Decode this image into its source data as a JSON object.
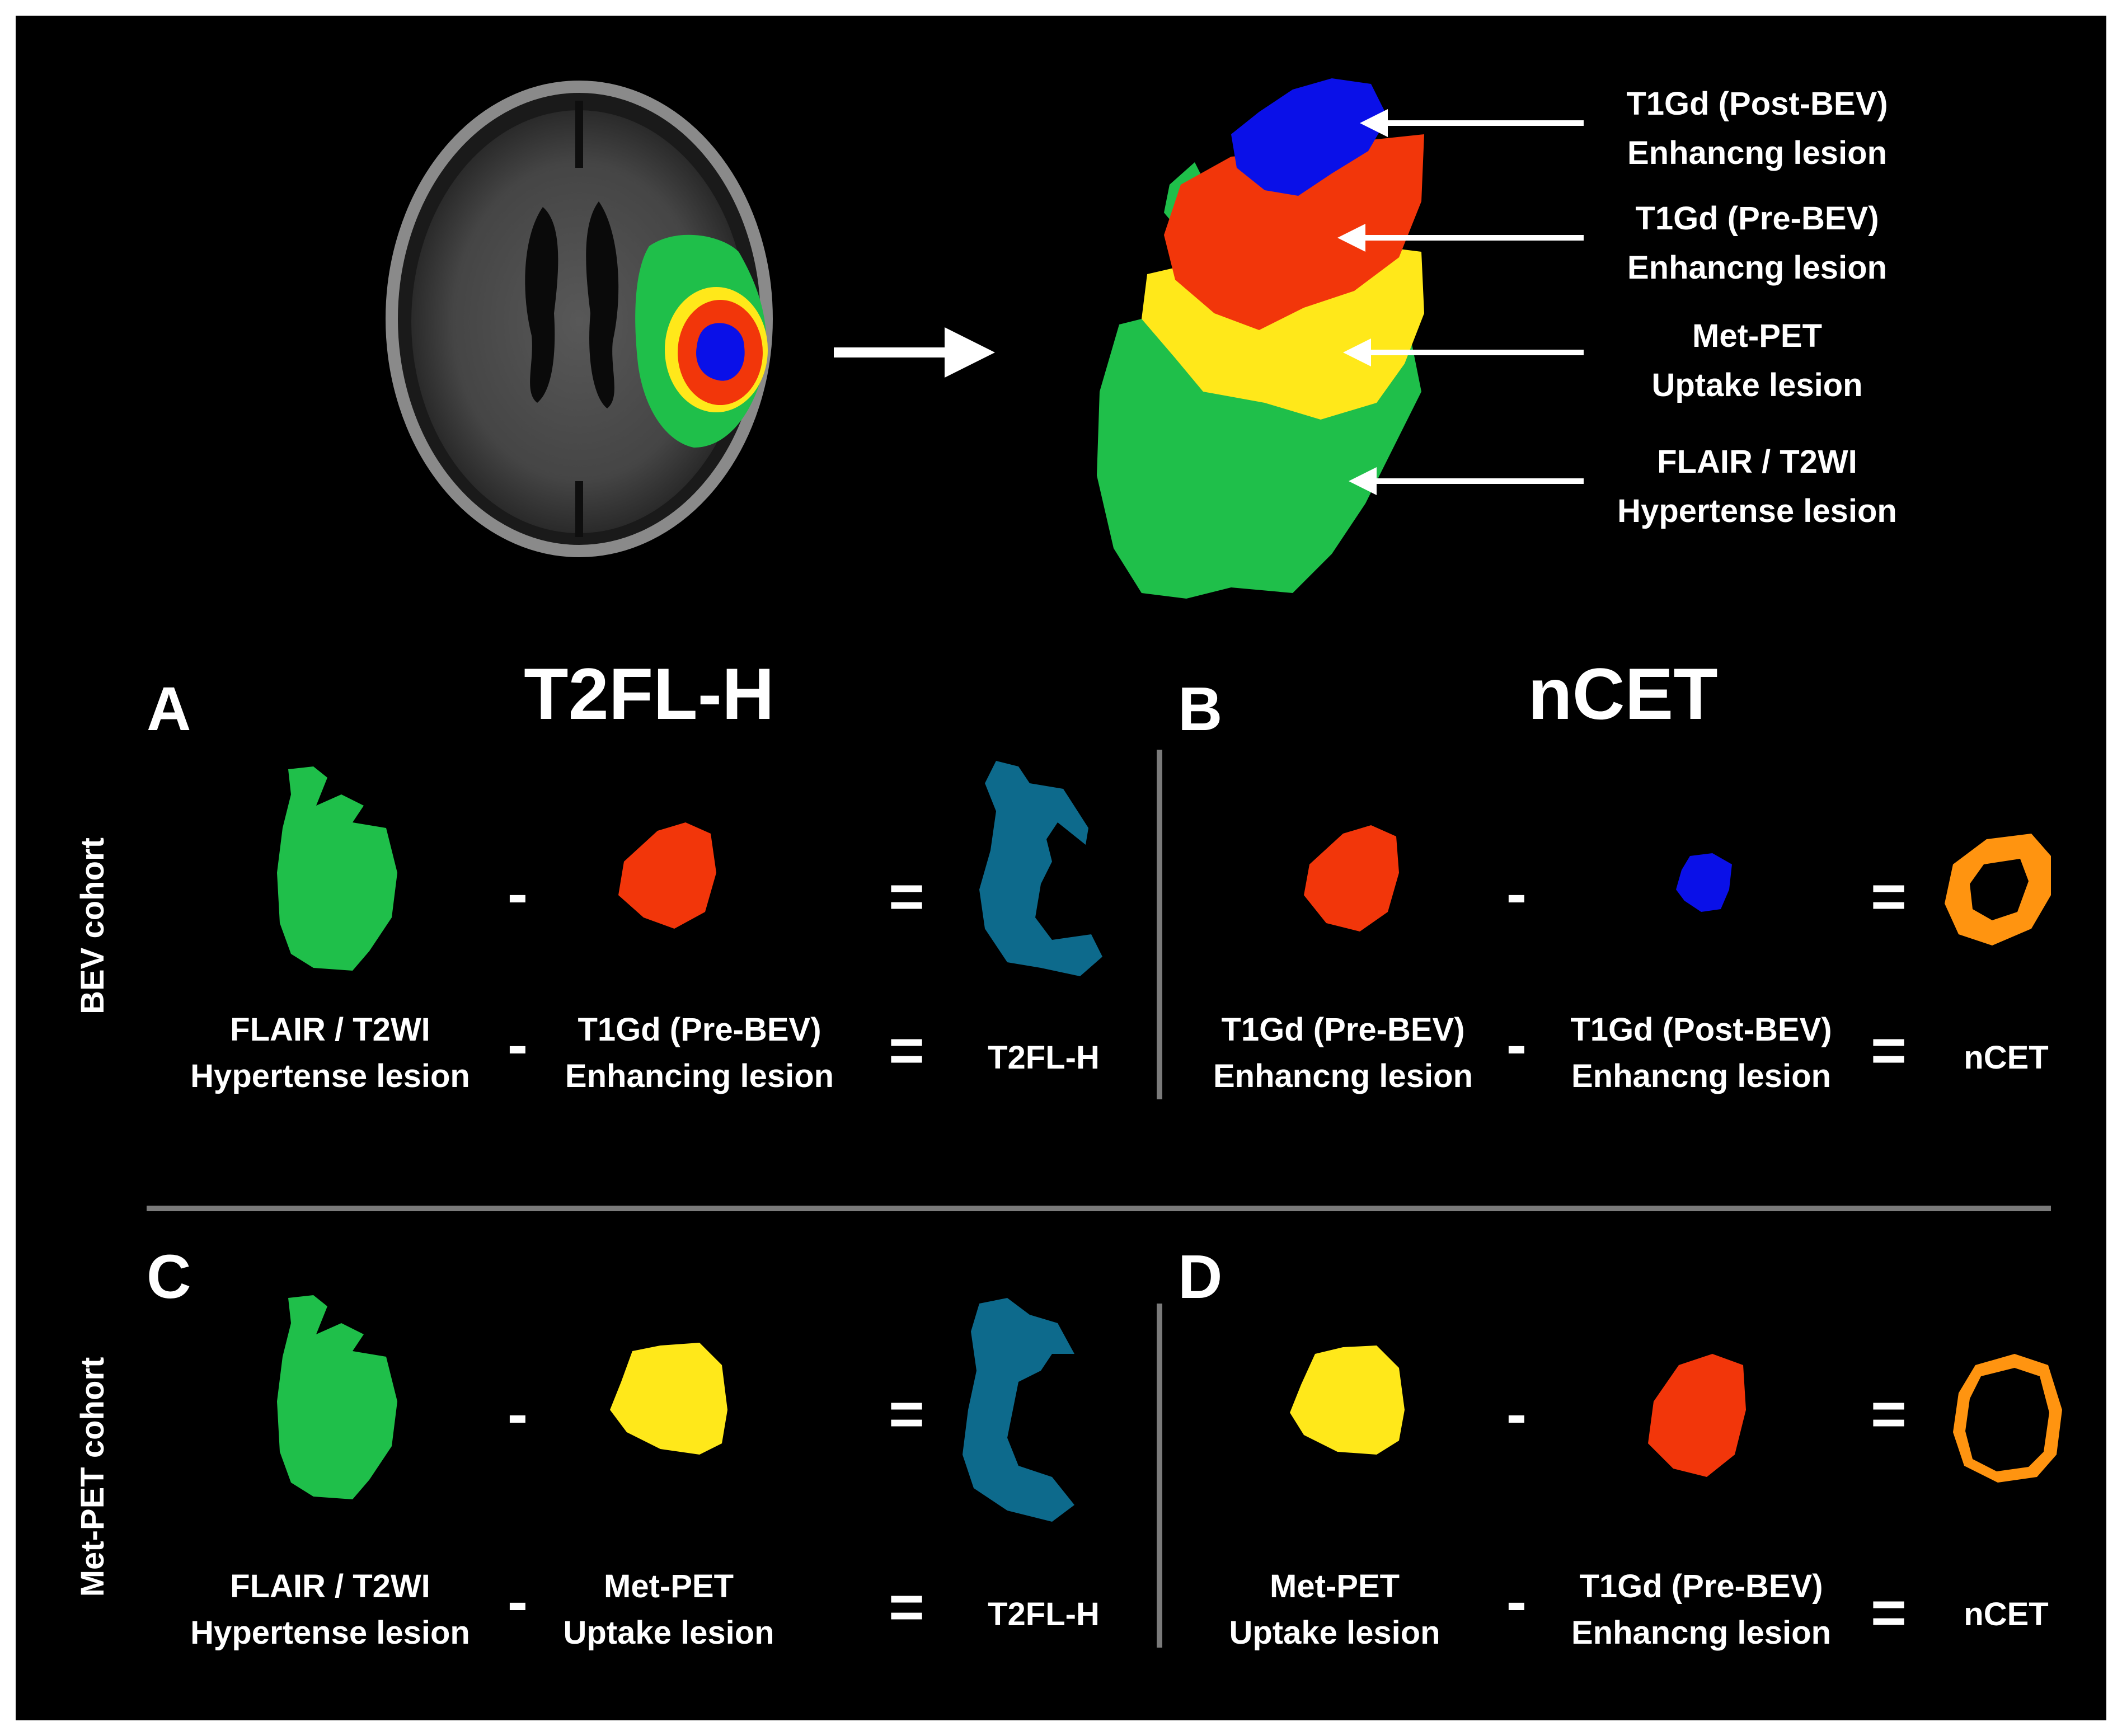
{
  "colors": {
    "background": "#000000",
    "flair": "#1fbf4a",
    "met_pet": "#ffe81a",
    "t1gd_pre": "#f2360a",
    "t1gd_post": "#0a10e8",
    "t2fl_h": "#0d6a8c",
    "ncet": "#ff9410",
    "divider": "#7a7a7a"
  },
  "legend": [
    {
      "line1": "T1Gd (Post-BEV)",
      "line2": "Enhancng lesion"
    },
    {
      "line1": "T1Gd (Pre-BEV)",
      "line2": "Enhancng lesion"
    },
    {
      "line1": "Met-PET",
      "line2": "Uptake lesion"
    },
    {
      "line1": "FLAIR / T2WI",
      "line2": "Hypertense lesion"
    }
  ],
  "panels": {
    "A": {
      "letter": "A",
      "heading": "T2FL-H"
    },
    "B": {
      "letter": "B",
      "heading": "nCET"
    },
    "C": {
      "letter": "C"
    },
    "D": {
      "letter": "D"
    }
  },
  "cohorts": {
    "bev": "BEV cohort",
    "met": "Met-PET cohort"
  },
  "operators": {
    "minus": "-",
    "equals": "="
  },
  "rows": {
    "A": {
      "term1": {
        "line1": "FLAIR / T2WI",
        "line2": "Hypertense lesion"
      },
      "term2": {
        "line1": "T1Gd (Pre-BEV)",
        "line2": "Enhancing lesion"
      },
      "result": "T2FL-H"
    },
    "B": {
      "term1": {
        "line1": "T1Gd (Pre-BEV)",
        "line2": "Enhancng lesion"
      },
      "term2": {
        "line1": "T1Gd (Post-BEV)",
        "line2": "Enhancng lesion"
      },
      "result": "nCET"
    },
    "C": {
      "term1": {
        "line1": "FLAIR / T2WI",
        "line2": "Hypertense lesion"
      },
      "term2": {
        "line1": "Met-PET",
        "line2": "Uptake lesion"
      },
      "result": "T2FL-H"
    },
    "D": {
      "term1": {
        "line1": "Met-PET",
        "line2": "Uptake lesion"
      },
      "term2": {
        "line1": "T1Gd (Pre-BEV)",
        "line2": "Enhancng lesion"
      },
      "result": "nCET"
    }
  }
}
